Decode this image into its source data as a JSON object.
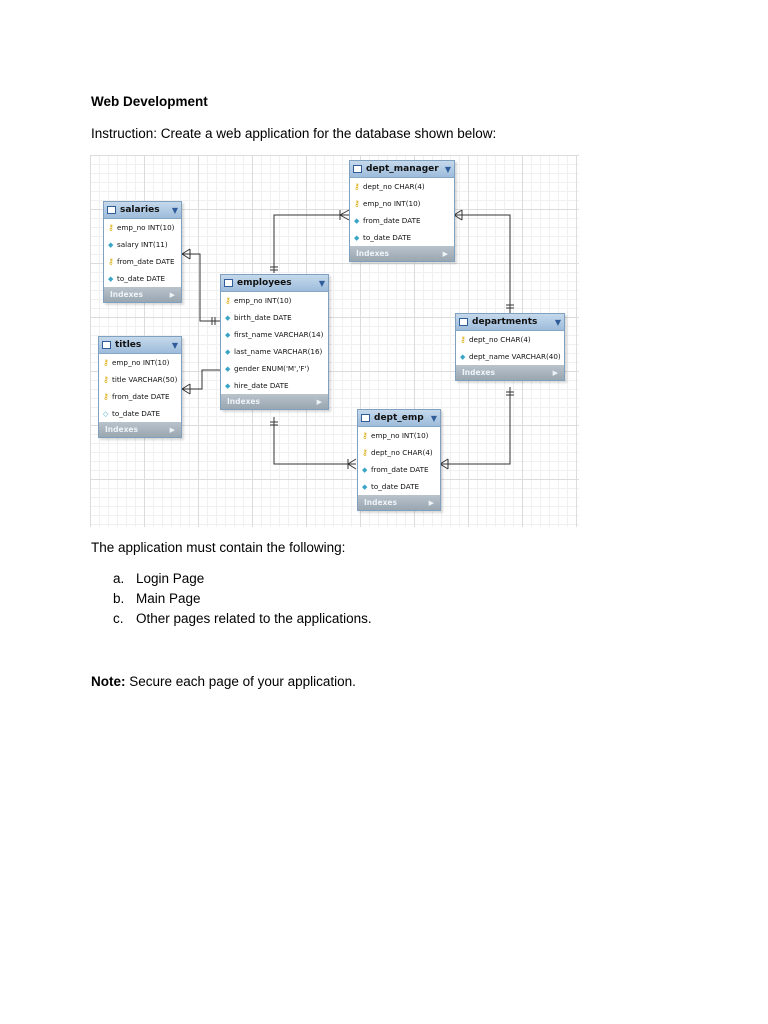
{
  "document": {
    "title": "Web Development",
    "instruction": "Instruction: Create a web application for the database shown below:",
    "requirements_heading": "The application must contain the following:",
    "requirements": [
      {
        "marker": "a.",
        "text": "Login Page"
      },
      {
        "marker": "b.",
        "text": "Main Page"
      },
      {
        "marker": "c.",
        "text": "Other pages related to the applications."
      }
    ],
    "note_label": "Note:",
    "note_text": " Secure each page of your application."
  },
  "diagram": {
    "indexes_label": "Indexes",
    "colors": {
      "header": "#9dbcdb",
      "footer": "#9aa6b0",
      "key": "#d9a800",
      "field": "#3aa4c8",
      "line": "#333333"
    },
    "tables": {
      "salaries": {
        "name": "salaries",
        "fields": [
          {
            "icon": "key-icon",
            "text": "emp_no INT(10)"
          },
          {
            "icon": "diamond-icon",
            "text": "salary INT(11)"
          },
          {
            "icon": "key-icon",
            "text": "from_date DATE"
          },
          {
            "icon": "diamond-icon",
            "text": "to_date DATE"
          }
        ]
      },
      "titles": {
        "name": "titles",
        "fields": [
          {
            "icon": "key-icon",
            "text": "emp_no INT(10)"
          },
          {
            "icon": "key-icon",
            "text": "title VARCHAR(50)"
          },
          {
            "icon": "key-icon",
            "text": "from_date DATE"
          },
          {
            "icon": "diamond-icon",
            "text": "to_date DATE"
          }
        ]
      },
      "employees": {
        "name": "employees",
        "fields": [
          {
            "icon": "key-icon",
            "text": "emp_no INT(10)"
          },
          {
            "icon": "diamond-icon",
            "text": "birth_date DATE"
          },
          {
            "icon": "diamond-icon",
            "text": "first_name VARCHAR(14)"
          },
          {
            "icon": "diamond-icon",
            "text": "last_name VARCHAR(16)"
          },
          {
            "icon": "diamond-icon",
            "text": "gender ENUM('M','F')"
          },
          {
            "icon": "diamond-icon",
            "text": "hire_date DATE"
          }
        ]
      },
      "dept_manager": {
        "name": "dept_manager",
        "fields": [
          {
            "icon": "key-icon",
            "text": "dept_no CHAR(4)"
          },
          {
            "icon": "key-icon",
            "text": "emp_no INT(10)"
          },
          {
            "icon": "diamond-icon",
            "text": "from_date DATE"
          },
          {
            "icon": "diamond-icon",
            "text": "to_date DATE"
          }
        ]
      },
      "departments": {
        "name": "departments",
        "fields": [
          {
            "icon": "key-icon",
            "text": "dept_no CHAR(4)"
          },
          {
            "icon": "diamond-icon",
            "text": "dept_name VARCHAR(40)"
          }
        ]
      },
      "dept_emp": {
        "name": "dept_emp",
        "fields": [
          {
            "icon": "key-icon",
            "text": "emp_no INT(10)"
          },
          {
            "icon": "key-icon",
            "text": "dept_no CHAR(4)"
          },
          {
            "icon": "diamond-icon",
            "text": "from_date DATE"
          },
          {
            "icon": "diamond-icon",
            "text": "to_date DATE"
          }
        ]
      }
    }
  }
}
